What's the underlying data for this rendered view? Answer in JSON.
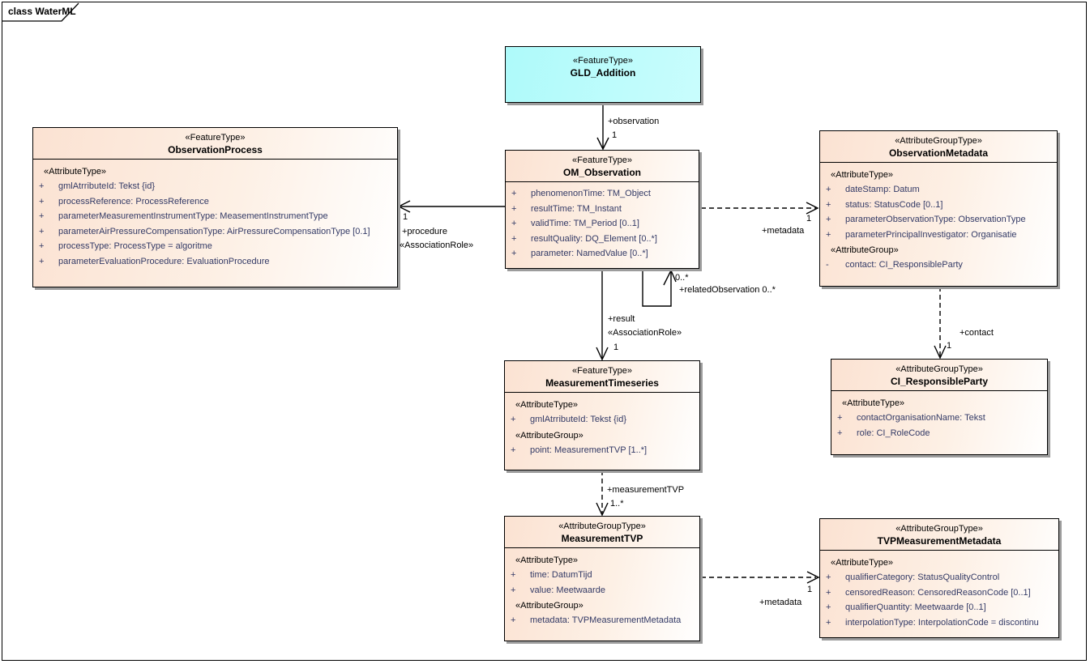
{
  "frame": {
    "title": "class WaterML"
  },
  "colors": {
    "highlight_class_fill": "#aefafa",
    "class_fill": "#fbe2d2",
    "class_fill_fade": "#ffffff",
    "box_border": "#000000",
    "attribute_text": "#333a66",
    "shadow": "#9c9c9c"
  },
  "classes": [
    {
      "id": "gld-addition",
      "stereotype": "«FeatureType»",
      "name": "GLD_Addition",
      "sections": []
    },
    {
      "id": "om-observation",
      "stereotype": "«FeatureType»",
      "name": "OM_Observation",
      "sections": [
        {
          "stereotype": null,
          "items": [
            {
              "vis": "+",
              "text": "phenomenonTime: TM_Object"
            },
            {
              "vis": "+",
              "text": "resultTime: TM_Instant"
            },
            {
              "vis": "+",
              "text": "validTime: TM_Period [0..1]"
            },
            {
              "vis": "+",
              "text": "resultQuality: DQ_Element [0..*]"
            },
            {
              "vis": "+",
              "text": "parameter: NamedValue [0..*]"
            }
          ]
        }
      ]
    },
    {
      "id": "observation-process",
      "stereotype": "«FeatureType»",
      "name": "ObservationProcess",
      "sections": [
        {
          "stereotype": "«AttributeType»",
          "items": [
            {
              "vis": "+",
              "text": "gmlAtrributeId: Tekst {id}"
            },
            {
              "vis": "+",
              "text": "processReference: ProcessReference"
            },
            {
              "vis": "+",
              "text": "parameterMeasurementInstrumentType: MeasementInstrumentType"
            },
            {
              "vis": "+",
              "text": "parameterAirPressureCompensationType: AirPressureCompensationType [0.1]"
            },
            {
              "vis": "+",
              "text": "processType: ProcessType = algoritme"
            },
            {
              "vis": "+",
              "text": "parameterEvaluationProcedure: EvaluationProcedure"
            }
          ]
        }
      ]
    },
    {
      "id": "observation-metadata",
      "stereotype": "«AttributeGroupType»",
      "name": "ObservationMetadata",
      "sections": [
        {
          "stereotype": "«AttributeType»",
          "items": [
            {
              "vis": "+",
              "text": "dateStamp: Datum"
            },
            {
              "vis": "+",
              "text": "status: StatusCode [0..1]"
            },
            {
              "vis": "+",
              "text": "parameterObservationType: ObservationType"
            },
            {
              "vis": "+",
              "text": "parameterPrincipalInvestigator: Organisatie"
            }
          ]
        },
        {
          "stereotype": "«AttributeGroup»",
          "items": [
            {
              "vis": "-",
              "text": "contact: CI_ResponsibleParty"
            }
          ]
        }
      ]
    },
    {
      "id": "ci-responsibleparty",
      "stereotype": "«AttributeGroupType»",
      "name": "CI_ResponsibleParty",
      "sections": [
        {
          "stereotype": "«AttributeType»",
          "items": [
            {
              "vis": "+",
              "text": "contactOrganisationName: Tekst"
            },
            {
              "vis": "+",
              "text": "role: CI_RoleCode"
            }
          ]
        }
      ]
    },
    {
      "id": "measurement-timeseries",
      "stereotype": "«FeatureType»",
      "name": "MeasurementTimeseries",
      "sections": [
        {
          "stereotype": "«AttributeType»",
          "items": [
            {
              "vis": "+",
              "text": "gmlAtrributeId: Tekst {id}"
            }
          ]
        },
        {
          "stereotype": "«AttributeGroup»",
          "items": [
            {
              "vis": "+",
              "text": "point: MeasurementTVP [1..*]"
            }
          ]
        }
      ]
    },
    {
      "id": "measurement-tvp",
      "stereotype": "«AttributeGroupType»",
      "name": "MeasurementTVP",
      "sections": [
        {
          "stereotype": "«AttributeType»",
          "items": [
            {
              "vis": "+",
              "text": "time: DatumTijd"
            },
            {
              "vis": "+",
              "text": "value: Meetwaarde"
            }
          ]
        },
        {
          "stereotype": "«AttributeGroup»",
          "items": [
            {
              "vis": "+",
              "text": "metadata: TVPMeasurementMetadata"
            }
          ]
        }
      ]
    },
    {
      "id": "tvp-measurement-metadata",
      "stereotype": "«AttributeGroupType»",
      "name": "TVPMeasurementMetadata",
      "sections": [
        {
          "stereotype": "«AttributeType»",
          "items": [
            {
              "vis": "+",
              "text": "qualifierCategory: StatusQualityControl"
            },
            {
              "vis": "+",
              "text": "censoredReason: CensoredReasonCode [0..1]"
            },
            {
              "vis": "+",
              "text": "qualifierQuantity: Meetwaarde [0..1]"
            },
            {
              "vis": "+",
              "text": "interpolationType: InterpolationCode = discontinu"
            }
          ]
        }
      ]
    }
  ],
  "connectors": [
    {
      "id": "gld-to-observation",
      "style": "solid",
      "labels": [
        "+observation",
        "1"
      ]
    },
    {
      "id": "om-to-procedure",
      "style": "solid",
      "labels": [
        "1",
        "+procedure",
        "«AssociationRole»"
      ]
    },
    {
      "id": "om-to-metadata",
      "style": "dashed",
      "labels": [
        "1",
        "+metadata"
      ]
    },
    {
      "id": "om-self-related-observation",
      "style": "solid",
      "labels": [
        "0..*",
        "+relatedObservation 0..*"
      ]
    },
    {
      "id": "om-to-result",
      "style": "solid",
      "labels": [
        "+result",
        "«AssociationRole»",
        "1"
      ]
    },
    {
      "id": "metadata-to-contact",
      "style": "dashed",
      "labels": [
        "+contact",
        "1"
      ]
    },
    {
      "id": "timeseries-to-tvp",
      "style": "dashed",
      "labels": [
        "+measurementTVP",
        "1..*"
      ]
    },
    {
      "id": "tvp-to-metadata",
      "style": "dashed",
      "labels": [
        "1",
        "+metadata"
      ]
    }
  ]
}
